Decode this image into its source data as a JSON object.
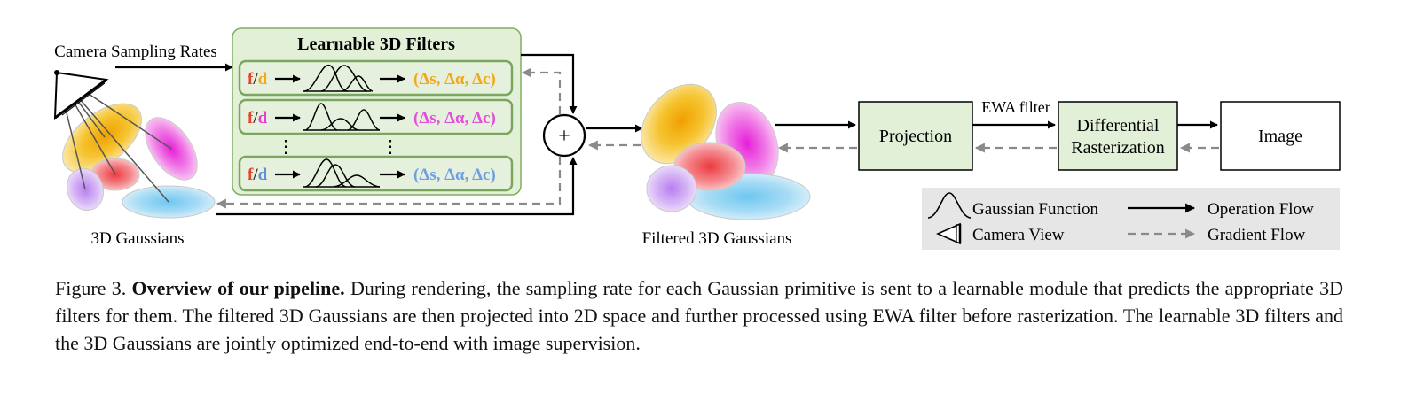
{
  "labels": {
    "camera_rates": "Camera Sampling Rates",
    "gaussians_3d": "3D Gaussians",
    "filtered": "Filtered 3D Gaussians",
    "ewa": "EWA filter"
  },
  "filters_panel": {
    "title": "Learnable 3D Filters",
    "rows": [
      {
        "f": "f",
        "slash": "/",
        "d": "d",
        "output": "(Δs, Δα, Δc)",
        "f_color": "#e8412c",
        "d_color": "#f2a81d",
        "output_color": "#f2a81d"
      },
      {
        "f": "f",
        "slash": "/",
        "d": "d",
        "output": "(Δs, Δα, Δc)",
        "f_color": "#e8412c",
        "d_color": "#e63fcf",
        "output_color": "#e050d8"
      },
      {
        "f": "f",
        "slash": "/",
        "d": "d",
        "output": "(Δs, Δα, Δc)",
        "f_color": "#e8412c",
        "d_color": "#5f8fd6",
        "output_color": "#6f9fe0"
      }
    ],
    "ellipsis": "⋮"
  },
  "plus": "+",
  "boxes": {
    "projection": "Projection",
    "rasterization_1": "Differential",
    "rasterization_2": "Rasterization",
    "image": "Image"
  },
  "legend": {
    "gaussian": "Gaussian Function",
    "camera": "Camera View",
    "operation": "Operation Flow",
    "gradient": "Gradient Flow"
  },
  "caption": {
    "prefix": "Figure 3.",
    "bold": "Overview of our pipeline.",
    "body": "During rendering, the sampling rate for each Gaussian primitive is sent to a learnable module that predicts the appropriate 3D filters for them. The filtered 3D Gaussians are then projected into 2D space and further processed using EWA filter before rasterization. The learnable 3D filters and the 3D Gaussians are jointly optimized end-to-end with image supervision."
  },
  "colors": {
    "panel_fill": "#e2f0d8",
    "panel_stroke": "#7fae63",
    "box_fill": "#e2f0d8",
    "legend_fill": "#e6e6e6",
    "gradient_arrow": "#8a8a8a"
  }
}
